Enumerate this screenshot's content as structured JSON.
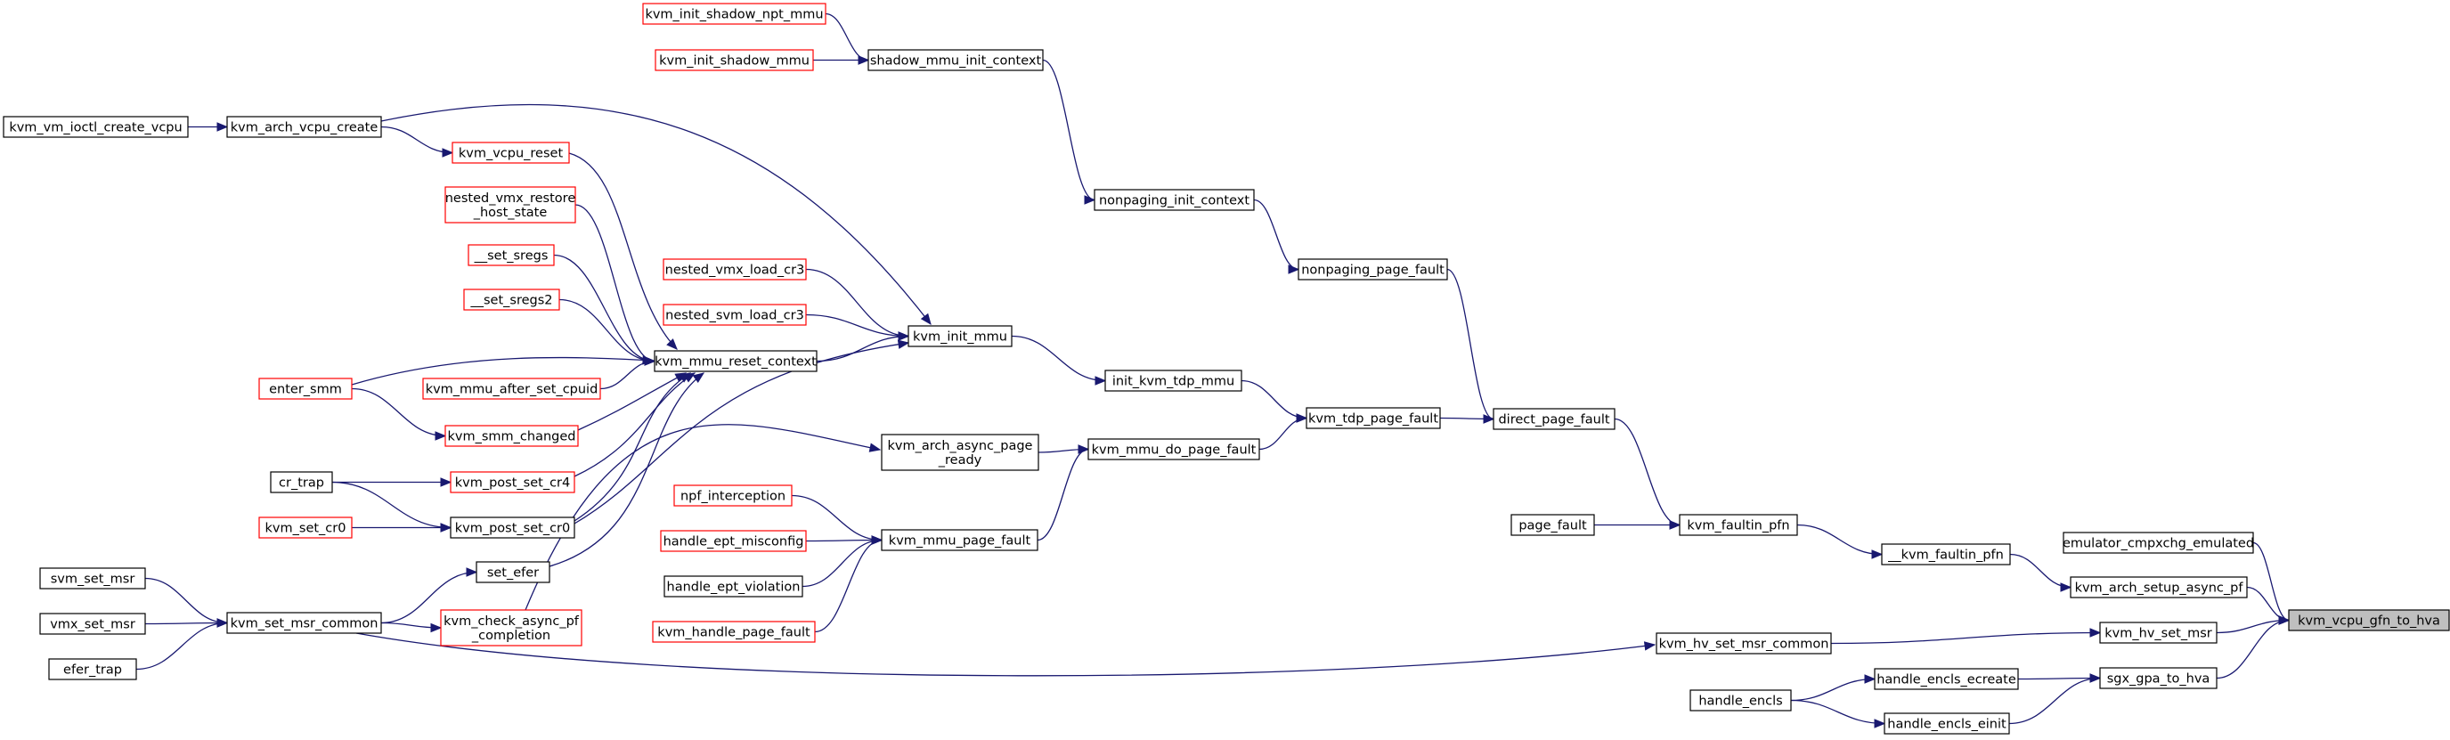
{
  "graph_title": "",
  "colors": {
    "edge": "#191970",
    "border_default": "#000000",
    "border_truncated": "#ff0000",
    "root_fill": "#bfbfbf",
    "node_fill": "#ffffff"
  },
  "nodes": {
    "root": {
      "lines": [
        "kvm_vcpu_gfn_to_hva"
      ],
      "style": "root"
    },
    "emulator_cmpxchg": {
      "lines": [
        "emulator_cmpxchg_emulated"
      ],
      "style": "normal"
    },
    "kvm_arch_setup_async_pf": {
      "lines": [
        "kvm_arch_setup_async_pf"
      ],
      "style": "normal"
    },
    "kvm_hv_set_msr": {
      "lines": [
        "kvm_hv_set_msr"
      ],
      "style": "normal"
    },
    "sgx_gpa_to_hva": {
      "lines": [
        "sgx_gpa_to_hva"
      ],
      "style": "normal"
    },
    "__kvm_faultin_pfn": {
      "lines": [
        "__kvm_faultin_pfn"
      ],
      "style": "normal"
    },
    "kvm_hv_set_msr_common": {
      "lines": [
        "kvm_hv_set_msr_common"
      ],
      "style": "normal"
    },
    "handle_encls_ecreate": {
      "lines": [
        "handle_encls_ecreate"
      ],
      "style": "normal"
    },
    "handle_encls_einit": {
      "lines": [
        "handle_encls_einit"
      ],
      "style": "normal"
    },
    "handle_encls": {
      "lines": [
        "handle_encls"
      ],
      "style": "normal"
    },
    "kvm_faultin_pfn": {
      "lines": [
        "kvm_faultin_pfn"
      ],
      "style": "normal"
    },
    "page_fault": {
      "lines": [
        "page_fault"
      ],
      "style": "normal"
    },
    "direct_page_fault": {
      "lines": [
        "direct_page_fault"
      ],
      "style": "normal"
    },
    "nonpaging_page_fault": {
      "lines": [
        "nonpaging_page_fault"
      ],
      "style": "normal"
    },
    "kvm_tdp_page_fault": {
      "lines": [
        "kvm_tdp_page_fault"
      ],
      "style": "normal"
    },
    "nonpaging_init_context": {
      "lines": [
        "nonpaging_init_context"
      ],
      "style": "normal"
    },
    "shadow_mmu_init_context": {
      "lines": [
        "shadow_mmu_init_context"
      ],
      "style": "normal"
    },
    "kvm_init_shadow_npt_mmu": {
      "lines": [
        "kvm_init_shadow_npt_mmu"
      ],
      "style": "truncated"
    },
    "kvm_init_shadow_mmu": {
      "lines": [
        "kvm_init_shadow_mmu"
      ],
      "style": "truncated"
    },
    "init_kvm_tdp_mmu": {
      "lines": [
        "init_kvm_tdp_mmu"
      ],
      "style": "normal"
    },
    "kvm_mmu_do_page_fault": {
      "lines": [
        "kvm_mmu_do_page_fault"
      ],
      "style": "normal"
    },
    "kvm_init_mmu": {
      "lines": [
        "kvm_init_mmu"
      ],
      "style": "normal"
    },
    "kvm_arch_async_page_ready": {
      "lines": [
        "kvm_arch_async_page",
        "_ready"
      ],
      "style": "normal"
    },
    "kvm_mmu_page_fault": {
      "lines": [
        "kvm_mmu_page_fault"
      ],
      "style": "normal"
    },
    "nested_vmx_load_cr3": {
      "lines": [
        "nested_vmx_load_cr3"
      ],
      "style": "truncated"
    },
    "nested_svm_load_cr3": {
      "lines": [
        "nested_svm_load_cr3"
      ],
      "style": "truncated"
    },
    "kvm_mmu_reset_context": {
      "lines": [
        "kvm_mmu_reset_context"
      ],
      "style": "normal"
    },
    "kvm_arch_vcpu_create": {
      "lines": [
        "kvm_arch_vcpu_create"
      ],
      "style": "normal"
    },
    "kvm_vm_ioctl_create_vcpu": {
      "lines": [
        "kvm_vm_ioctl_create_vcpu"
      ],
      "style": "normal"
    },
    "kvm_vcpu_reset": {
      "lines": [
        "kvm_vcpu_reset"
      ],
      "style": "truncated"
    },
    "nested_vmx_restore_host_state": {
      "lines": [
        "nested_vmx_restore",
        "_host_state"
      ],
      "style": "truncated"
    },
    "__set_sregs": {
      "lines": [
        "__set_sregs"
      ],
      "style": "truncated"
    },
    "__set_sregs2": {
      "lines": [
        "__set_sregs2"
      ],
      "style": "truncated"
    },
    "kvm_mmu_after_set_cpuid": {
      "lines": [
        "kvm_mmu_after_set_cpuid"
      ],
      "style": "truncated"
    },
    "enter_smm": {
      "lines": [
        "enter_smm"
      ],
      "style": "truncated"
    },
    "kvm_smm_changed": {
      "lines": [
        "kvm_smm_changed"
      ],
      "style": "truncated"
    },
    "kvm_post_set_cr4": {
      "lines": [
        "kvm_post_set_cr4"
      ],
      "style": "truncated"
    },
    "kvm_post_set_cr0": {
      "lines": [
        "kvm_post_set_cr0"
      ],
      "style": "normal"
    },
    "cr_trap": {
      "lines": [
        "cr_trap"
      ],
      "style": "normal"
    },
    "kvm_set_cr0": {
      "lines": [
        "kvm_set_cr0"
      ],
      "style": "truncated"
    },
    "set_efer": {
      "lines": [
        "set_efer"
      ],
      "style": "normal"
    },
    "kvm_check_async_pf_completion": {
      "lines": [
        "kvm_check_async_pf",
        "_completion"
      ],
      "style": "truncated"
    },
    "kvm_set_msr_common": {
      "lines": [
        "kvm_set_msr_common"
      ],
      "style": "normal"
    },
    "svm_set_msr": {
      "lines": [
        "svm_set_msr"
      ],
      "style": "normal"
    },
    "vmx_set_msr": {
      "lines": [
        "vmx_set_msr"
      ],
      "style": "normal"
    },
    "efer_trap": {
      "lines": [
        "efer_trap"
      ],
      "style": "normal"
    },
    "npf_interception": {
      "lines": [
        "npf_interception"
      ],
      "style": "truncated"
    },
    "handle_ept_misconfig": {
      "lines": [
        "handle_ept_misconfig"
      ],
      "style": "truncated"
    },
    "handle_ept_violation": {
      "lines": [
        "handle_ept_violation"
      ],
      "style": "normal"
    },
    "kvm_handle_page_fault": {
      "lines": [
        "kvm_handle_page_fault"
      ],
      "style": "truncated"
    }
  },
  "edges": [
    [
      "emulator_cmpxchg",
      "root"
    ],
    [
      "kvm_arch_setup_async_pf",
      "root"
    ],
    [
      "kvm_hv_set_msr",
      "root"
    ],
    [
      "sgx_gpa_to_hva",
      "root"
    ],
    [
      "__kvm_faultin_pfn",
      "kvm_arch_setup_async_pf"
    ],
    [
      "kvm_hv_set_msr_common",
      "kvm_hv_set_msr"
    ],
    [
      "handle_encls_ecreate",
      "sgx_gpa_to_hva"
    ],
    [
      "handle_encls_einit",
      "sgx_gpa_to_hva"
    ],
    [
      "handle_encls",
      "handle_encls_ecreate"
    ],
    [
      "handle_encls",
      "handle_encls_einit"
    ],
    [
      "kvm_faultin_pfn",
      "__kvm_faultin_pfn"
    ],
    [
      "page_fault",
      "kvm_faultin_pfn"
    ],
    [
      "direct_page_fault",
      "kvm_faultin_pfn"
    ],
    [
      "nonpaging_page_fault",
      "direct_page_fault"
    ],
    [
      "kvm_tdp_page_fault",
      "direct_page_fault"
    ],
    [
      "nonpaging_init_context",
      "nonpaging_page_fault"
    ],
    [
      "shadow_mmu_init_context",
      "nonpaging_init_context"
    ],
    [
      "kvm_init_shadow_npt_mmu",
      "shadow_mmu_init_context"
    ],
    [
      "kvm_init_shadow_mmu",
      "shadow_mmu_init_context"
    ],
    [
      "init_kvm_tdp_mmu",
      "kvm_tdp_page_fault"
    ],
    [
      "kvm_mmu_do_page_fault",
      "kvm_tdp_page_fault"
    ],
    [
      "kvm_init_mmu",
      "init_kvm_tdp_mmu"
    ],
    [
      "kvm_arch_async_page_ready",
      "kvm_mmu_do_page_fault"
    ],
    [
      "kvm_mmu_page_fault",
      "kvm_mmu_do_page_fault"
    ],
    [
      "nested_vmx_load_cr3",
      "kvm_init_mmu"
    ],
    [
      "nested_svm_load_cr3",
      "kvm_init_mmu"
    ],
    [
      "kvm_mmu_reset_context",
      "kvm_init_mmu"
    ],
    [
      "kvm_arch_vcpu_create",
      "kvm_init_mmu"
    ],
    [
      "kvm_vm_ioctl_create_vcpu",
      "kvm_arch_vcpu_create"
    ],
    [
      "kvm_arch_vcpu_create",
      "kvm_vcpu_reset"
    ],
    [
      "kvm_vcpu_reset",
      "kvm_mmu_reset_context"
    ],
    [
      "nested_vmx_restore_host_state",
      "kvm_mmu_reset_context"
    ],
    [
      "__set_sregs",
      "kvm_mmu_reset_context"
    ],
    [
      "__set_sregs2",
      "kvm_mmu_reset_context"
    ],
    [
      "kvm_mmu_after_set_cpuid",
      "kvm_mmu_reset_context"
    ],
    [
      "enter_smm",
      "kvm_mmu_reset_context"
    ],
    [
      "kvm_smm_changed",
      "kvm_mmu_reset_context"
    ],
    [
      "kvm_post_set_cr4",
      "kvm_mmu_reset_context"
    ],
    [
      "kvm_post_set_cr0",
      "kvm_mmu_reset_context"
    ],
    [
      "set_efer",
      "kvm_mmu_reset_context"
    ],
    [
      "kvm_post_set_cr0",
      "kvm_init_mmu"
    ],
    [
      "enter_smm",
      "kvm_smm_changed"
    ],
    [
      "cr_trap",
      "kvm_post_set_cr4"
    ],
    [
      "cr_trap",
      "kvm_post_set_cr0"
    ],
    [
      "kvm_set_cr0",
      "kvm_post_set_cr0"
    ],
    [
      "kvm_set_msr_common",
      "set_efer"
    ],
    [
      "kvm_check_async_pf_completion",
      "kvm_arch_async_page_ready"
    ],
    [
      "kvm_set_msr_common",
      "kvm_check_async_pf_completion"
    ],
    [
      "kvm_set_msr_common",
      "kvm_hv_set_msr_common"
    ],
    [
      "svm_set_msr",
      "kvm_set_msr_common"
    ],
    [
      "vmx_set_msr",
      "kvm_set_msr_common"
    ],
    [
      "efer_trap",
      "kvm_set_msr_common"
    ],
    [
      "npf_interception",
      "kvm_mmu_page_fault"
    ],
    [
      "handle_ept_misconfig",
      "kvm_mmu_page_fault"
    ],
    [
      "handle_ept_violation",
      "kvm_mmu_page_fault"
    ],
    [
      "kvm_handle_page_fault",
      "kvm_mmu_page_fault"
    ]
  ]
}
